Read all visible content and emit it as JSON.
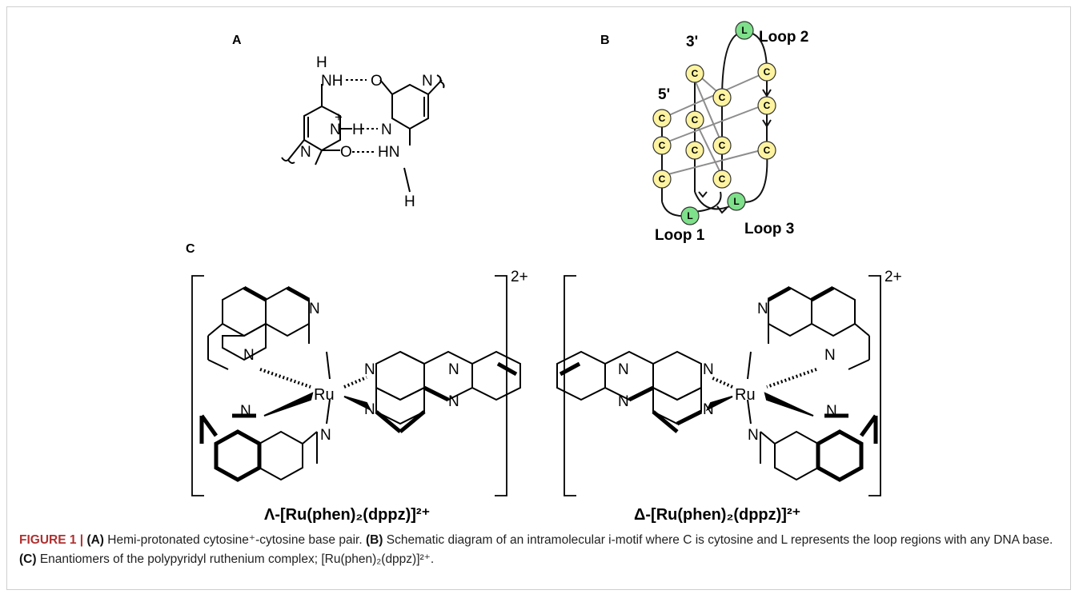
{
  "panels": {
    "a": "A",
    "b": "B",
    "c": "C"
  },
  "panel_a": {
    "atoms": {
      "h_top": "H",
      "nh_top": "NH",
      "o_top": "O",
      "n_right_top": "N",
      "plus": "+",
      "n_center_left": "N",
      "h_center": "H",
      "n_center_right": "N",
      "n_left_bottom": "N",
      "o_bottom": "O",
      "hn_bottom": "HN",
      "h_bottom": "H"
    }
  },
  "panel_b": {
    "labels": {
      "five_prime": "5'",
      "three_prime": "3'",
      "loop1": "Loop 1",
      "loop2": "Loop 2",
      "loop3": "Loop 3"
    },
    "cytosine": "C",
    "loop_base": "L",
    "colors": {
      "cytosine": "#fdf3a0",
      "loop": "#7ee08a"
    }
  },
  "panel_c": {
    "charge": "2+",
    "ru": "Ru",
    "n": "N",
    "lambda_name": "Λ-[Ru(phen)₂(dppz)]²⁺",
    "delta_name": "Δ-[Ru(phen)₂(dppz)]²⁺"
  },
  "caption": {
    "figure_label": "FIGURE 1 |",
    "a_tag": "(A)",
    "a_text": " Hemi-protonated cytosine⁺-cytosine base pair. ",
    "b_tag": "(B)",
    "b_text": " Schematic diagram of an intramolecular i-motif where C is cytosine and L represents the loop regions with any DNA base. ",
    "c_tag": "(C)",
    "c_text": " Enantiomers of the polypyridyl ruthenium complex; [Ru(phen)₂(dppz)]²⁺."
  }
}
